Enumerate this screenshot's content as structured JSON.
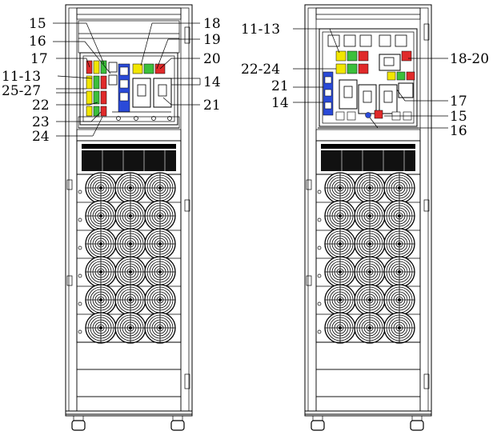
{
  "diagram": {
    "left_labels": [
      "15",
      "16",
      "17",
      "11-13",
      "25-27",
      "22",
      "23",
      "24",
      "18",
      "19",
      "20",
      "14",
      "21"
    ],
    "right_labels": [
      "11-13",
      "22-24",
      "21",
      "14",
      "18-20",
      "17",
      "15",
      "16"
    ],
    "colors": {
      "red": "#e02a2a",
      "yellow": "#f2e600",
      "green": "#3cbf3c",
      "blue": "#2a4ad8",
      "line": "#000000",
      "fan": "#000000"
    }
  }
}
